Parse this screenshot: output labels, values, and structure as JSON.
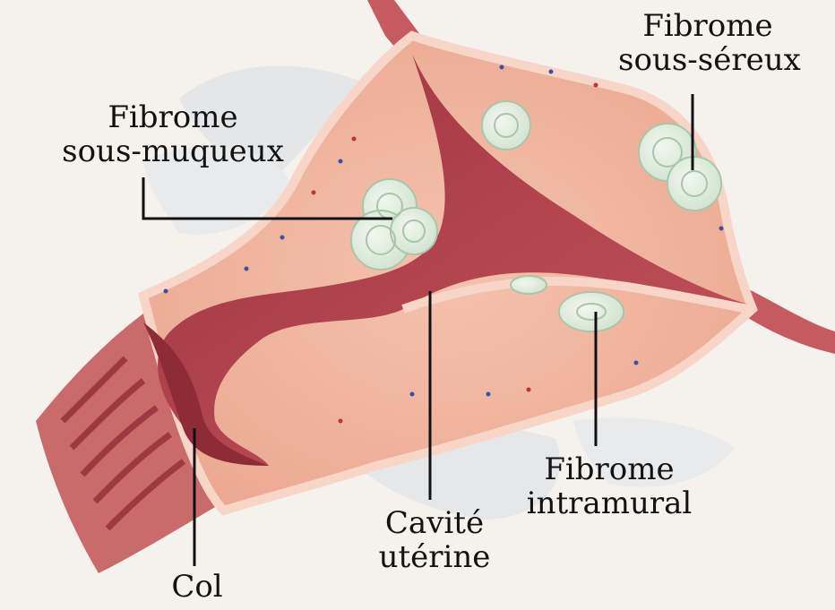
{
  "labels": {
    "subserous": {
      "line1": "Fibrome",
      "line2": "sous-séreux"
    },
    "submucous": {
      "line1": "Fibrome",
      "line2": "sous-muqueux"
    },
    "intramural": {
      "line1": "Fibrome",
      "line2": "intramural"
    },
    "cavity": {
      "line1": "Cavité",
      "line2": "utérine"
    },
    "cervix": {
      "text": "Col"
    }
  },
  "colors": {
    "background": "#f5f1ec",
    "tissue": "#f0b8a3",
    "tissue_outer": "#f6d0c2",
    "cavity": "#b9484f",
    "cavity_dark": "#8e2c36",
    "fibroid": "#dfeedd",
    "fibroid_ring": "#a9c6aa",
    "ligament": "#dfe1e4",
    "label_text": "#121212"
  }
}
